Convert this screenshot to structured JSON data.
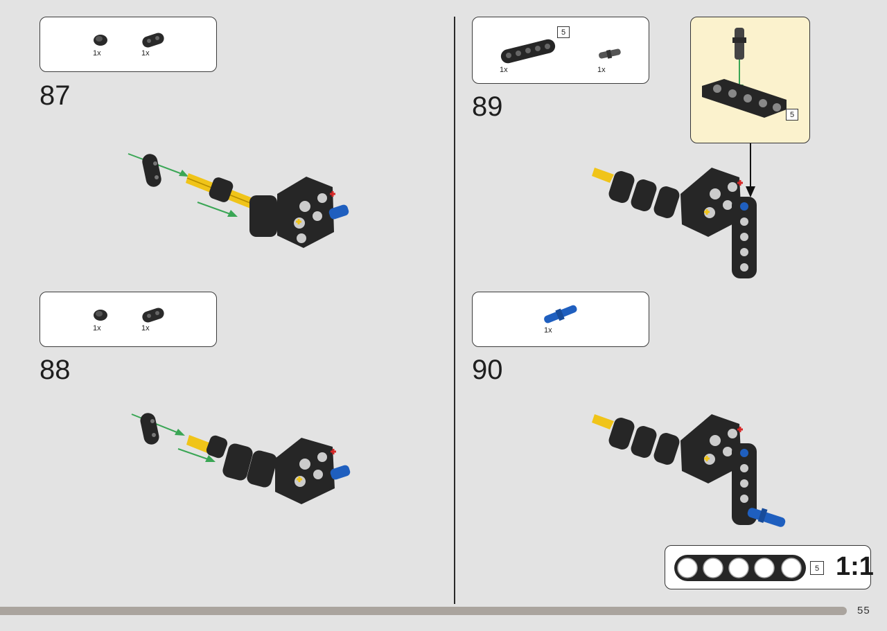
{
  "page": {
    "number": "55"
  },
  "steps": [
    {
      "number": "87",
      "parts": [
        {
          "qty": "1x"
        },
        {
          "qty": "1x"
        }
      ]
    },
    {
      "number": "88",
      "parts": [
        {
          "qty": "1x"
        },
        {
          "qty": "1x"
        }
      ]
    },
    {
      "number": "89",
      "parts": [
        {
          "qty": "1x",
          "length": "5"
        },
        {
          "qty": "1x"
        }
      ],
      "callout": {
        "length": "5"
      }
    },
    {
      "number": "90",
      "parts": [
        {
          "qty": "1x"
        }
      ]
    }
  ],
  "scale_reference": {
    "length": "5",
    "ratio": "1:1"
  },
  "colors": {
    "background": "#e3e3e3",
    "part_black": "#262626",
    "part_yellow": "#f0c419",
    "part_blue": "#1f5fbf",
    "arrow_green": "#3aa655",
    "callout_bg": "#fbf2cd",
    "bottom_bar": "#aaa49e"
  }
}
